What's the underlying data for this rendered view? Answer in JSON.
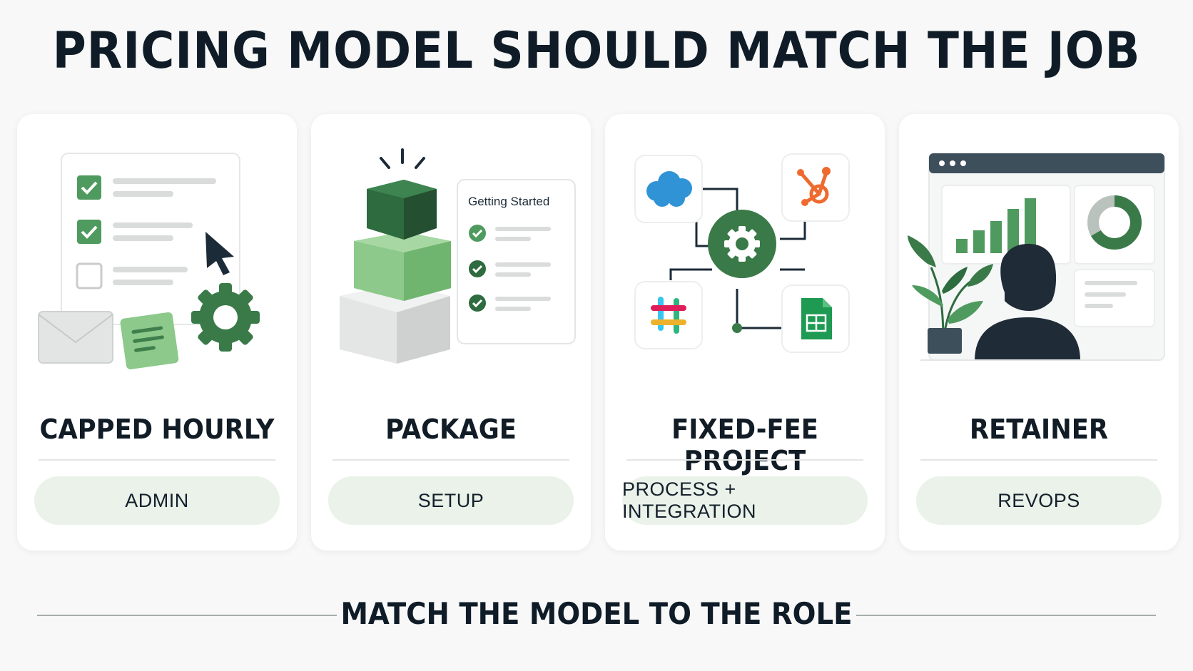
{
  "title": "PRICING MODEL SHOULD MATCH THE JOB",
  "cards": [
    {
      "model": "CAPPED HOURLY",
      "role": "ADMIN"
    },
    {
      "model": "PACKAGE",
      "role": "SETUP",
      "checklist_title": "Getting Started"
    },
    {
      "model": "FIXED-FEE PROJECT",
      "role": "PROCESS + INTEGRATION"
    },
    {
      "model": "RETAINER",
      "role": "REVOPS"
    }
  ],
  "footer": "MATCH THE MODEL TO THE ROLE",
  "colors": {
    "dark_green": "#2e6b3f",
    "mid_green": "#4f9a5e",
    "light_green": "#8cc98a",
    "pill_bg": "#eaf2ea",
    "navy": "#14202b"
  }
}
